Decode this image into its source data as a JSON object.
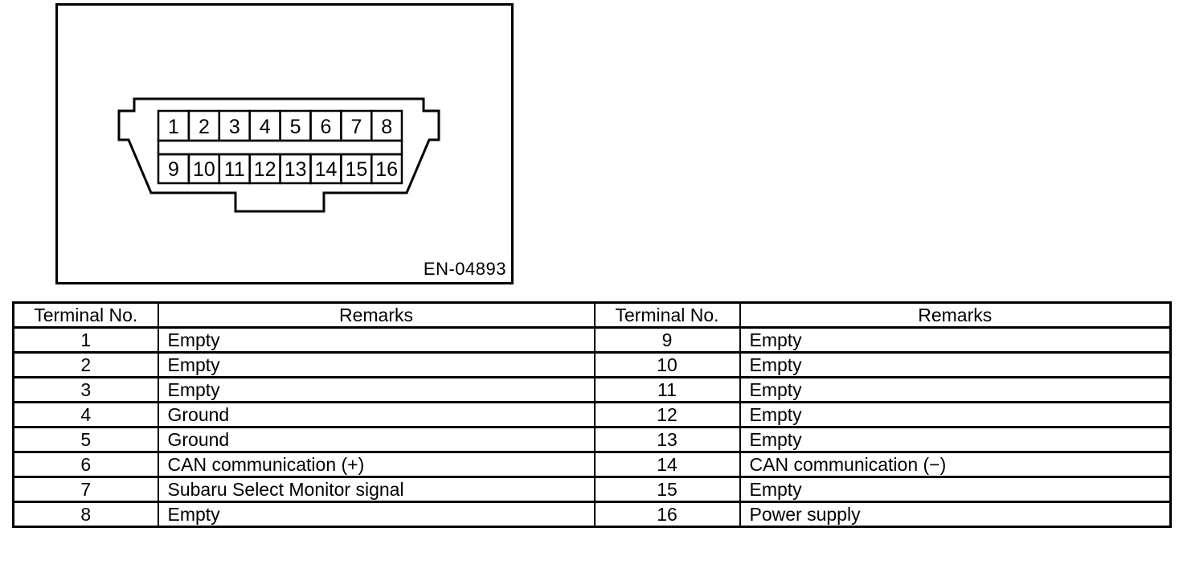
{
  "figure": {
    "caption": "EN-04893",
    "connector": {
      "top_row_pins": [
        "1",
        "2",
        "3",
        "4",
        "5",
        "6",
        "7",
        "8"
      ],
      "bottom_row_pins": [
        "9",
        "10",
        "11",
        "12",
        "13",
        "14",
        "15",
        "16"
      ]
    }
  },
  "table": {
    "headers": [
      "Terminal No.",
      "Remarks",
      "Terminal No.",
      "Remarks"
    ],
    "rows": [
      [
        "1",
        "Empty",
        "9",
        "Empty"
      ],
      [
        "2",
        "Empty",
        "10",
        "Empty"
      ],
      [
        "3",
        "Empty",
        "11",
        "Empty"
      ],
      [
        "4",
        "Ground",
        "12",
        "Empty"
      ],
      [
        "5",
        "Ground",
        "13",
        "Empty"
      ],
      [
        "6",
        "CAN communication (+)",
        "14",
        "CAN communication (−)"
      ],
      [
        "7",
        "Subaru Select Monitor signal",
        "15",
        "Empty"
      ],
      [
        "8",
        "Empty",
        "16",
        "Power supply"
      ]
    ],
    "colors": {
      "ink": "#000000",
      "background": "#ffffff"
    }
  }
}
